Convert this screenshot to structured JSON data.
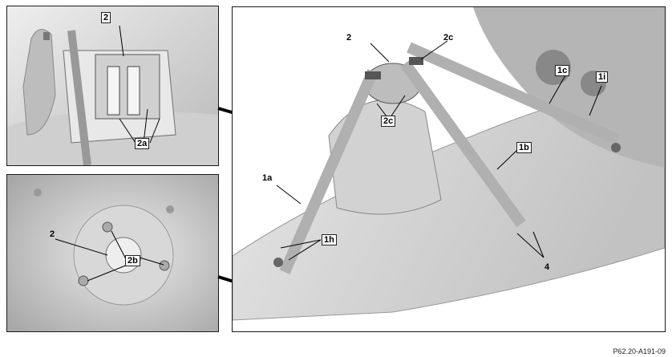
{
  "labels": {
    "top_inset": {
      "l2": "2",
      "l2a": "2a"
    },
    "bottom_inset": {
      "l2": "2",
      "l2b": "2b"
    },
    "main": {
      "l2": "2",
      "l2c_top": "2c",
      "l2c_mid": "2c",
      "l1a": "1a",
      "l1b": "1b",
      "l1c": "1c",
      "l1i": "1i",
      "l1h": "1h",
      "l4": "4"
    }
  },
  "figure_code": "P62.20-A191-09",
  "colors": {
    "frame": "#1a1a1a",
    "metal": "#c8c8c8",
    "background": "#ffffff"
  }
}
